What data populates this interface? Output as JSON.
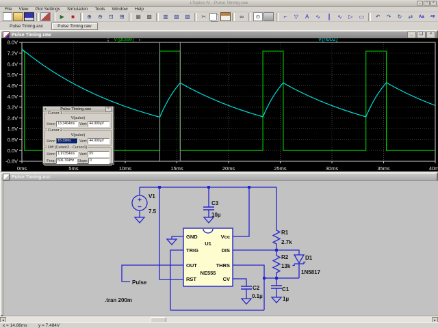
{
  "window": {
    "title": "LTspice IV - Pulse Timing.raw",
    "controls": [
      "minimize",
      "maximize",
      "close"
    ]
  },
  "menu": {
    "items": [
      "File",
      "View",
      "Plot Settings",
      "Simulation",
      "Tools",
      "Window",
      "Help"
    ]
  },
  "toolbar": {
    "icons": [
      "new-file",
      "open-file",
      "save",
      "|",
      "control-panel",
      "|",
      "run",
      "halt",
      "|",
      "zoom-in",
      "zoom-out",
      "zoom-area",
      "zoom-full",
      "|",
      "grid",
      "mark-data-points",
      "|",
      "plot-settings",
      "visible-traces",
      "autorange",
      "|",
      "cut",
      "copy",
      "paste",
      "|",
      "find",
      "|",
      "print-preview",
      "print",
      "|",
      "wire",
      "ground",
      "label",
      "resistor",
      "capacitor",
      "inductor",
      "diode",
      "component",
      "|",
      "undo",
      "redo",
      "rotate",
      "mirror",
      "text-tool",
      "spice-directive"
    ]
  },
  "tabs": [
    {
      "label": "Pulse Timing.asc",
      "active": false
    },
    {
      "label": "Pulse Timing.raw",
      "active": true
    }
  ],
  "wave_window": {
    "title": "Pulse Timing.raw"
  },
  "chart_data": {
    "type": "line",
    "title": "",
    "xlabel": "time",
    "ylabel": "voltage",
    "xlim": [
      0,
      40
    ],
    "ylim": [
      -0.8,
      8.0
    ],
    "grid": true,
    "xticks": [
      "0ms",
      "5ms",
      "10ms",
      "15ms",
      "20ms",
      "25ms",
      "30ms",
      "35ms",
      "40ms"
    ],
    "xtick_values": [
      0,
      5,
      10,
      15,
      20,
      25,
      30,
      35,
      40
    ],
    "yticks": [
      "8.0V",
      "7.2V",
      "6.4V",
      "5.6V",
      "4.8V",
      "4.0V",
      "3.2V",
      "2.4V",
      "1.6V",
      "0.8V",
      "0.0V",
      "-0.8V"
    ],
    "ytick_values": [
      8.0,
      7.2,
      6.4,
      5.6,
      4.8,
      4.0,
      3.2,
      2.4,
      1.6,
      0.8,
      0.0,
      -0.8
    ],
    "legend": [
      {
        "name": "V(pulse)",
        "selected": true
      },
      {
        "name": "V(n002)",
        "selected": false
      }
    ],
    "cursors": [
      13.3464,
      15.32
    ],
    "series": [
      {
        "name": "V(pulse)",
        "color": "#00c800",
        "kind": "step",
        "points": [
          [
            0,
            7.35
          ],
          [
            0.25,
            7.35
          ],
          [
            0.25,
            0
          ],
          [
            13.3464,
            0
          ],
          [
            13.3464,
            7.35
          ],
          [
            15.32,
            7.35
          ],
          [
            15.32,
            0
          ],
          [
            23.32,
            0
          ],
          [
            23.32,
            7.35
          ],
          [
            25.29,
            7.35
          ],
          [
            25.29,
            0
          ],
          [
            33.29,
            0
          ],
          [
            33.29,
            7.35
          ],
          [
            35.27,
            7.35
          ],
          [
            35.27,
            0
          ],
          [
            40,
            0
          ]
        ]
      },
      {
        "name": "V(n002)",
        "color": "#00dede",
        "kind": "exp_segments",
        "segments": [
          {
            "t0": 0,
            "t1": 13.3464,
            "v0": 7.5,
            "vinf": 0,
            "tau": 12
          },
          {
            "t0": 13.3464,
            "t1": 15.32,
            "v0": 2.466,
            "vinf": 7.35,
            "tau": 2.7
          },
          {
            "t0": 15.32,
            "t1": 23.32,
            "v0": 5.0,
            "vinf": 0,
            "tau": 11.5
          },
          {
            "t0": 23.32,
            "t1": 25.29,
            "v0": 2.487,
            "vinf": 7.35,
            "tau": 2.7
          },
          {
            "t0": 25.29,
            "t1": 33.29,
            "v0": 5.0,
            "vinf": 0,
            "tau": 11.5
          },
          {
            "t0": 33.29,
            "t1": 35.27,
            "v0": 2.494,
            "vinf": 7.35,
            "tau": 2.7
          },
          {
            "t0": 35.27,
            "t1": 40,
            "v0": 5.02,
            "vinf": 0,
            "tau": 11.5
          }
        ]
      }
    ]
  },
  "cursor_dialog": {
    "title": "Pulse Timing.raw",
    "cursor1": {
      "label": "Cursor 1",
      "trace": "V(pulse)",
      "horz_label": "Horz:",
      "horz": "13.3464ms",
      "vert_label": "Vert:",
      "vert": "44.999µV"
    },
    "cursor2": {
      "label": "Cursor 2",
      "trace": "V(pulse)",
      "horz_label": "Horz:",
      "horz": "15.32ms",
      "vert_label": "Vert:",
      "vert": "44.999µV"
    },
    "diff": {
      "label": "Diff (Cursor2 - Cursor1)",
      "horz_label": "Horz:",
      "horz": "1.97354ms",
      "vert_label": "Vert:",
      "vert": "0V",
      "freq_label": "Freq:",
      "freq": "506.704Hz",
      "slope_label": "Slope:",
      "slope": "0"
    }
  },
  "schematic": {
    "title": "Pulse Timing.asc",
    "v1": {
      "name": "V1",
      "value": "7.5"
    },
    "c3": {
      "name": "C3",
      "value": "10µ"
    },
    "c2": {
      "name": "C2",
      "value": "0.1µ"
    },
    "c1": {
      "name": "C1",
      "value": "1µ"
    },
    "r1": {
      "name": "R1",
      "value": "2.7k"
    },
    "r2": {
      "name": "R2",
      "value": "13k"
    },
    "d1": {
      "name": "D1",
      "value": "1N5817"
    },
    "u1": {
      "name": "U1",
      "part": "NE555",
      "pins": {
        "gnd": "GND",
        "trig": "TRIG",
        "out": "OUT",
        "rst": "RST",
        "vcc": "Vcc",
        "dis": "DIS",
        "thrs": "THRS",
        "cv": "CV"
      }
    },
    "net_label": "Pulse",
    "directive": ".tran 200m"
  },
  "status": {
    "x": "x = 14.86ms",
    "y": "y = 7.484V"
  },
  "colors": {
    "wire": "#2323cf",
    "ic_fill": "#fdfdd0",
    "trace_pulse": "#00c800",
    "trace_n002": "#00dede",
    "selection": "#0a246a"
  }
}
